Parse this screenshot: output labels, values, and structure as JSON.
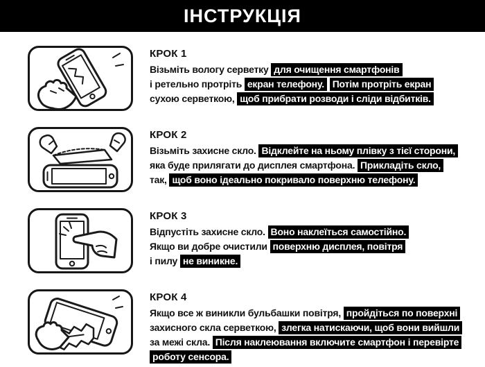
{
  "header": {
    "title": "ІНСТРУКЦІЯ",
    "background": "#000000",
    "text_color": "#ffffff"
  },
  "style": {
    "highlight_background": "#000000",
    "highlight_text_color": "#ffffff",
    "body_text_color": "#101010",
    "box_border_color": "#161616"
  },
  "steps": [
    {
      "title": "КРОК 1",
      "illustration": "hand-wiping-phone-screen-with-wet-wipe",
      "lines": [
        {
          "segments": [
            {
              "text": "Візьміть вологу серветку ",
              "highlight": false
            },
            {
              "text": "для очищення смартфонів",
              "highlight": true
            }
          ]
        },
        {
          "segments": [
            {
              "text": "і ретельно протріть ",
              "highlight": false
            },
            {
              "text": "екран телефону.",
              "highlight": true
            },
            {
              "text": " ",
              "highlight": false
            },
            {
              "text": "Потім протріть екран",
              "highlight": true
            }
          ]
        },
        {
          "segments": [
            {
              "text": "сухою серветкою, ",
              "highlight": false
            },
            {
              "text": "щоб прибрати розводи і сліди відбитків.",
              "highlight": true
            }
          ]
        }
      ]
    },
    {
      "title": "КРОК 2",
      "illustration": "two-hands-peeling-film-from-protective-glass-over-phone",
      "lines": [
        {
          "segments": [
            {
              "text": "Візьміть захисне скло. ",
              "highlight": false
            },
            {
              "text": "Відклейте на ньому плівку з тієї сторони,",
              "highlight": true
            }
          ]
        },
        {
          "segments": [
            {
              "text": "яка буде прилягати до дисплея смартфона. ",
              "highlight": false
            },
            {
              "text": "Прикладіть скло,",
              "highlight": true
            }
          ]
        },
        {
          "segments": [
            {
              "text": "так, ",
              "highlight": false
            },
            {
              "text": "щоб воно ідеально покривало поверхню телефону.",
              "highlight": true
            }
          ]
        }
      ]
    },
    {
      "title": "КРОК 3",
      "illustration": "finger-pressing-glass-onto-phone",
      "lines": [
        {
          "segments": [
            {
              "text": "Відпустіть захисне скло. ",
              "highlight": false
            },
            {
              "text": "Воно наклеїться самостійно.",
              "highlight": true
            }
          ]
        },
        {
          "segments": [
            {
              "text": "Якщо ви добре очистили ",
              "highlight": false
            },
            {
              "text": "поверхню дисплея, повітря",
              "highlight": true
            }
          ]
        },
        {
          "segments": [
            {
              "text": "і пилу ",
              "highlight": false
            },
            {
              "text": "не виникне.",
              "highlight": true
            }
          ]
        }
      ]
    },
    {
      "title": "КРОК 4",
      "illustration": "hand-smoothing-bubbles-with-cloth-on-phone",
      "lines": [
        {
          "segments": [
            {
              "text": "Якщо все ж виникли бульбашки повітря, ",
              "highlight": false
            },
            {
              "text": "пройдіться по поверхні",
              "highlight": true
            }
          ]
        },
        {
          "segments": [
            {
              "text": "захисного скла серветкою, ",
              "highlight": false
            },
            {
              "text": "злегка натискаючи, щоб вони вийшли",
              "highlight": true
            }
          ]
        },
        {
          "segments": [
            {
              "text": "за межі скла. ",
              "highlight": false
            },
            {
              "text": "Після наклеювання включите смартфон і перевірте",
              "highlight": true
            }
          ]
        },
        {
          "segments": [
            {
              "text": "роботу сенсора.",
              "highlight": true
            }
          ]
        }
      ]
    }
  ]
}
